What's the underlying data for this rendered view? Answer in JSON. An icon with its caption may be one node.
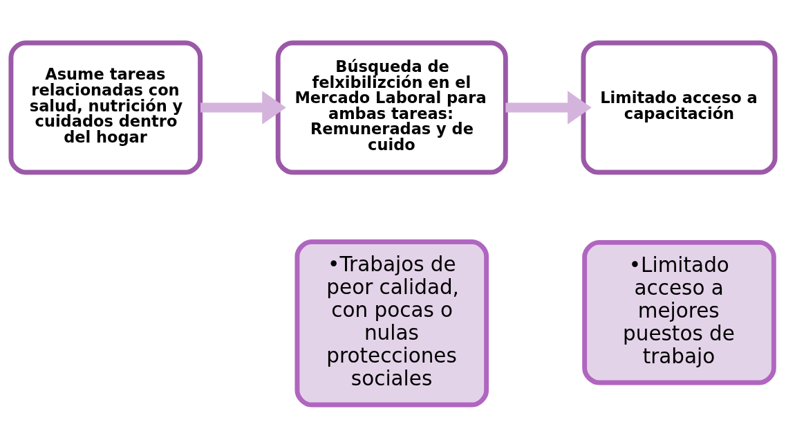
{
  "diagram": {
    "nodes": [
      {
        "text": [
          "Asume tareas relacionadas con salud, nutrición y cuidados dentro del hogar"
        ]
      },
      {
        "text": [
          "Búsqueda de felxibilizción en el Mercado Laboral para ambas tareas: Remuneradas y de cuido"
        ]
      },
      {
        "text": [
          "Limitado acceso a capacitación"
        ]
      },
      {
        "text": [
          "•Trabajos de peor calidad, con pocas o nulas protecciones sociales"
        ]
      },
      {
        "text": [
          "•Limitado acceso a mejores puestos de trabajo"
        ]
      }
    ],
    "edges": [
      {
        "from": 0,
        "to": 1,
        "arrow": "to"
      },
      {
        "from": 1,
        "to": 2,
        "arrow": "to"
      }
    ]
  }
}
